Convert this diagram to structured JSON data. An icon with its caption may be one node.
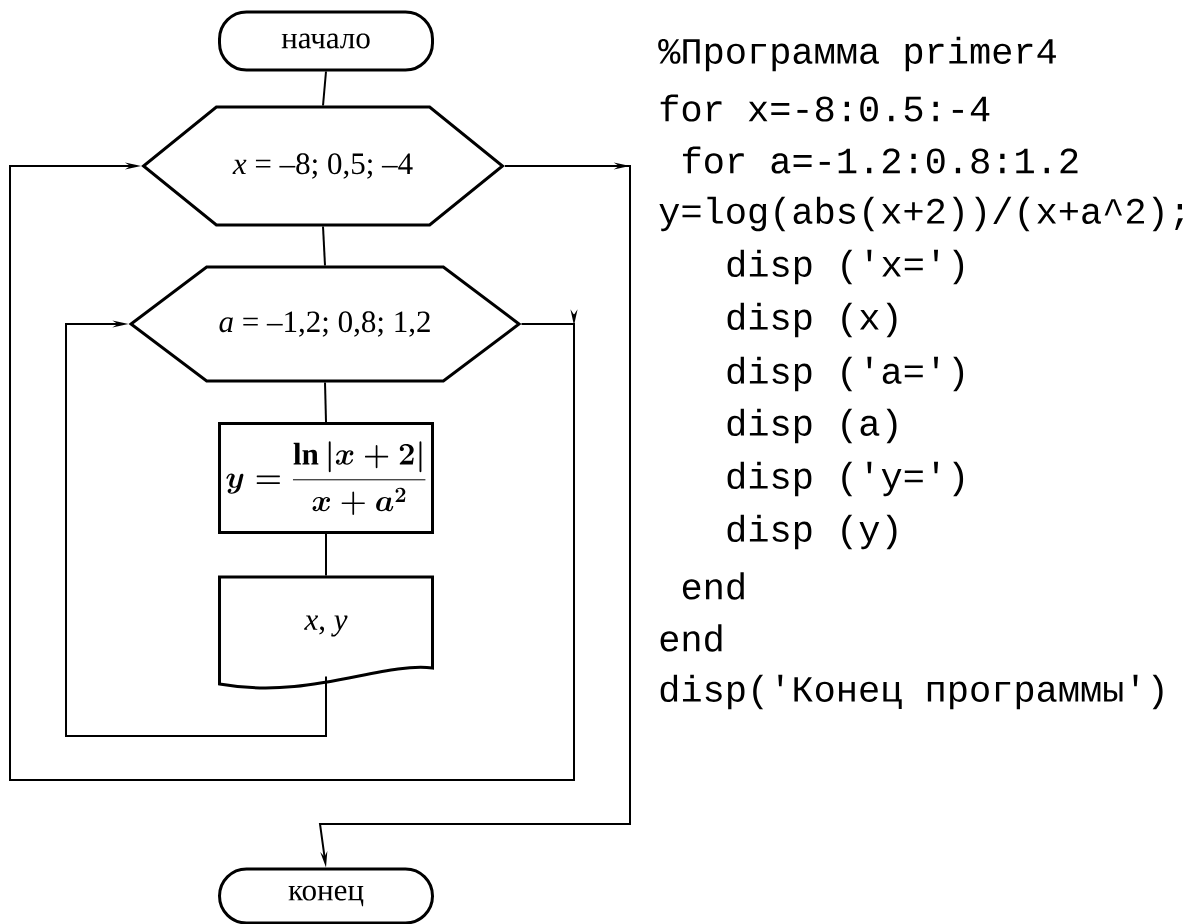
{
  "diagram": {
    "nodes": [
      {
        "text": [
          "начало"
        ]
      },
      {
        "text": [
          "*x* = –8; 0,5; –4"
        ]
      },
      {
        "text": [
          "*a* = –1,2; 0,8; 1,2"
        ]
      },
      {
        "text": [
          "\\boldsymbol{y=\\frac{\\ln|x+2|}{x+a^{2}}}"
        ]
      },
      {
        "text": [
          "*x*, *y*"
        ]
      },
      {
        "text": [
          "конец"
        ]
      }
    ],
    "edges": [
      {
        "from": 0,
        "to": 1,
        "arrow": "none"
      },
      {
        "from": 1,
        "to": 2,
        "arrow": "none"
      },
      {
        "from": 2,
        "to": 3,
        "arrow": "none"
      },
      {
        "from": 3,
        "to": 4,
        "arrow": "none"
      },
      {
        "from": 4,
        "to": 2,
        "arrow": "to"
      },
      {
        "from": 2,
        "to": 1,
        "arrow": "to"
      },
      {
        "from": 1,
        "to": 5,
        "arrow": "to"
      }
    ],
    "labels": [
      "%Программа primer4",
      "for x=-8:0.5:-4",
      "for a=-1.2:0.8:1.2",
      "y=log(abs(x+2))/(x+a^2);",
      "disp ('x=')",
      "disp (x)",
      "disp ('a=')",
      "disp (a)",
      "disp ('y=')",
      "disp (y)",
      "end",
      "end",
      "disp('Конец программы')"
    ]
  }
}
